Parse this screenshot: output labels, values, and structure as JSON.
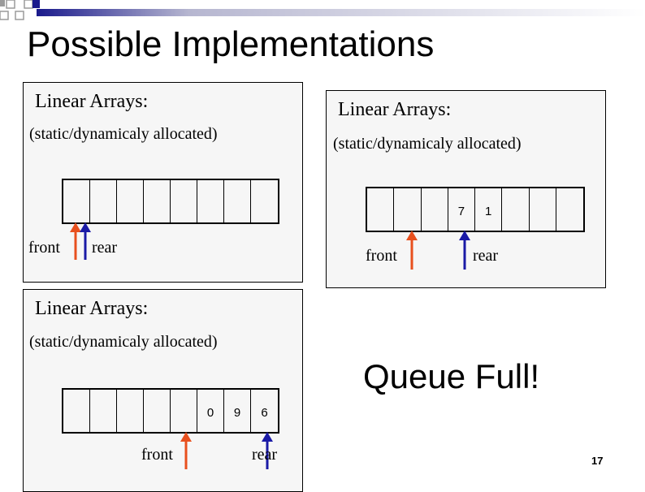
{
  "slide": {
    "title": "Possible Implementations",
    "page_number": "17",
    "queue_full": "Queue Full!"
  },
  "panels": [
    {
      "heading": "Linear Arrays:",
      "subheading": "(static/dynamicaly allocated)",
      "cells": [
        "",
        "",
        "",
        "",
        "",
        "",
        "",
        "",
        ""
      ],
      "front_label": "front",
      "rear_label": "rear"
    },
    {
      "heading": "Linear Arrays:",
      "subheading": "(static/dynamicaly allocated)",
      "cells": [
        "",
        "",
        "",
        "7",
        "1",
        "",
        "",
        "",
        ""
      ],
      "front_label": "front",
      "rear_label": "rear"
    },
    {
      "heading": "Linear Arrays:",
      "subheading": "(static/dynamicaly allocated)",
      "cells": [
        "",
        "",
        "",
        "",
        "",
        "0",
        "9",
        "6"
      ],
      "front_label": "front",
      "rear_label": "rear"
    }
  ],
  "colors": {
    "front_arrow": "#e8501e",
    "rear_arrow": "#1a1aa6",
    "panel_fill": "#f6f6f6",
    "deco_gray": "#9b9b9b",
    "deco_blue": "#1a1a8c"
  }
}
